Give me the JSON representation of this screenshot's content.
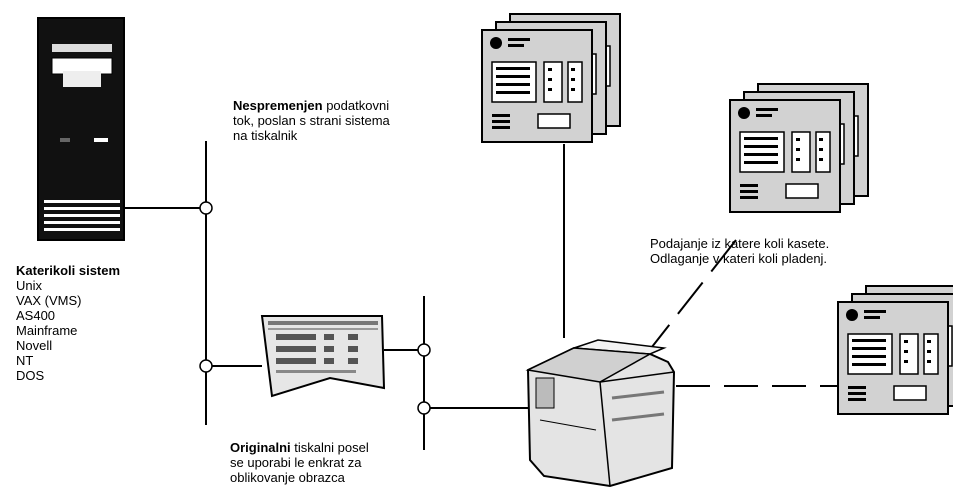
{
  "system": {
    "title": "Katerikoli sistem",
    "items": [
      "Unix",
      "VAX (VMS)",
      "AS400",
      "Mainframe",
      "Novell",
      "NT",
      "DOS"
    ]
  },
  "top_note": {
    "bold": "Nespremenjen",
    "rest_first": " podatkovni",
    "lines": [
      "tok, poslan s strani sistema",
      "na tiskalnik"
    ]
  },
  "bottom_note": {
    "bold": "Originalni",
    "rest_first": " tiskalni posel",
    "lines": [
      "se uporabi le enkrat za",
      "oblikovanje obrazca"
    ]
  },
  "tray_note": {
    "lines": [
      "Podajanje iz katere koli kasete.",
      "Odlaganje v kateri koli pladenj."
    ]
  }
}
